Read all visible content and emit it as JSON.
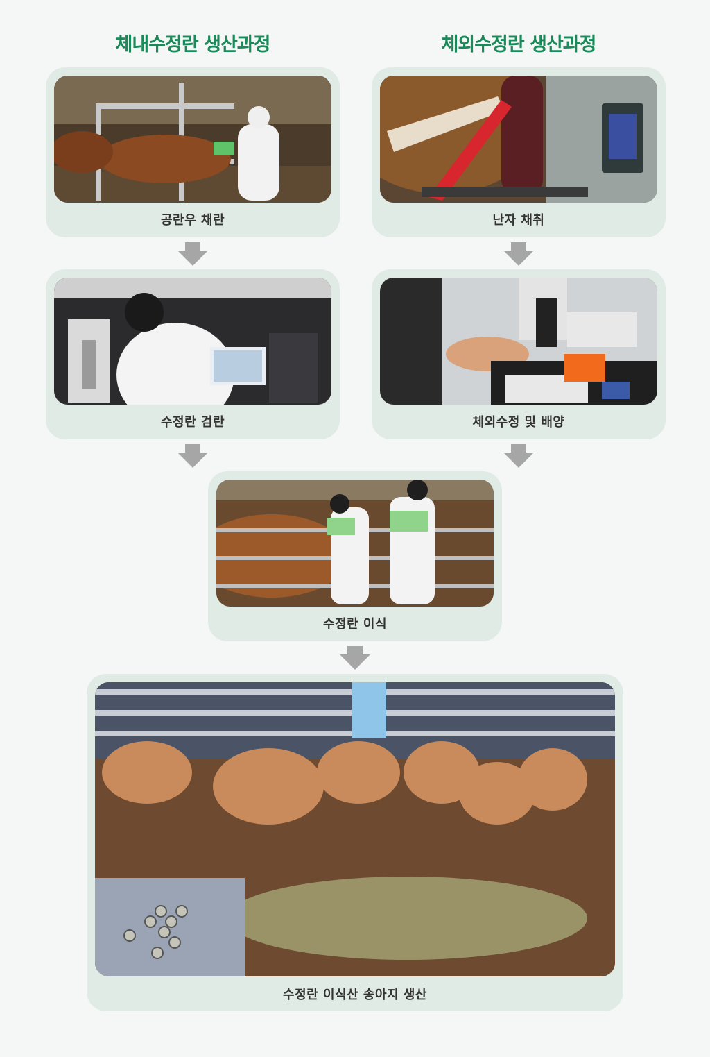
{
  "columns": {
    "left_title": "체내수정란 생산과정",
    "right_title": "체외수정란 생산과정"
  },
  "steps": {
    "collection": "공란우 채란",
    "oocyte": "난자 채취",
    "inspection": "수정란 검란",
    "ivf": "체외수정 및 배양",
    "transfer": "수정란 이식",
    "calves": "수정란 이식산 송아지 생산"
  },
  "colors": {
    "title_green": "#1b8a5a",
    "card_bg": "#e1ebe6",
    "arrow": "#a6a6a6"
  }
}
